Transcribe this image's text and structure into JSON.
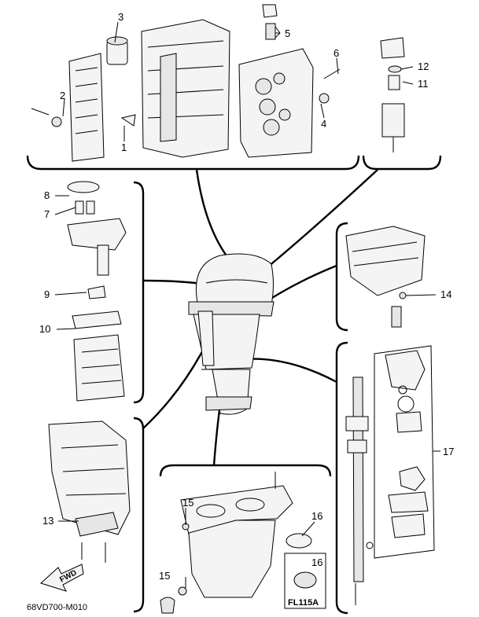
{
  "callouts": [
    {
      "id": "1",
      "label": "1"
    },
    {
      "id": "2",
      "label": "2"
    },
    {
      "id": "3",
      "label": "3"
    },
    {
      "id": "4",
      "label": "4"
    },
    {
      "id": "5",
      "label": "5"
    },
    {
      "id": "6",
      "label": "6"
    },
    {
      "id": "7",
      "label": "7"
    },
    {
      "id": "8",
      "label": "8"
    },
    {
      "id": "9",
      "label": "9"
    },
    {
      "id": "10",
      "label": "10"
    },
    {
      "id": "11",
      "label": "11"
    },
    {
      "id": "12",
      "label": "12"
    },
    {
      "id": "13",
      "label": "13"
    },
    {
      "id": "14",
      "label": "14"
    },
    {
      "id": "15a",
      "label": "15"
    },
    {
      "id": "15b",
      "label": "15"
    },
    {
      "id": "16a",
      "label": "16"
    },
    {
      "id": "16b",
      "label": "16"
    },
    {
      "id": "17",
      "label": "17"
    }
  ],
  "fwd_label": "FWD",
  "inset_label": "FL115A",
  "figure_code": "68VD700-M010"
}
